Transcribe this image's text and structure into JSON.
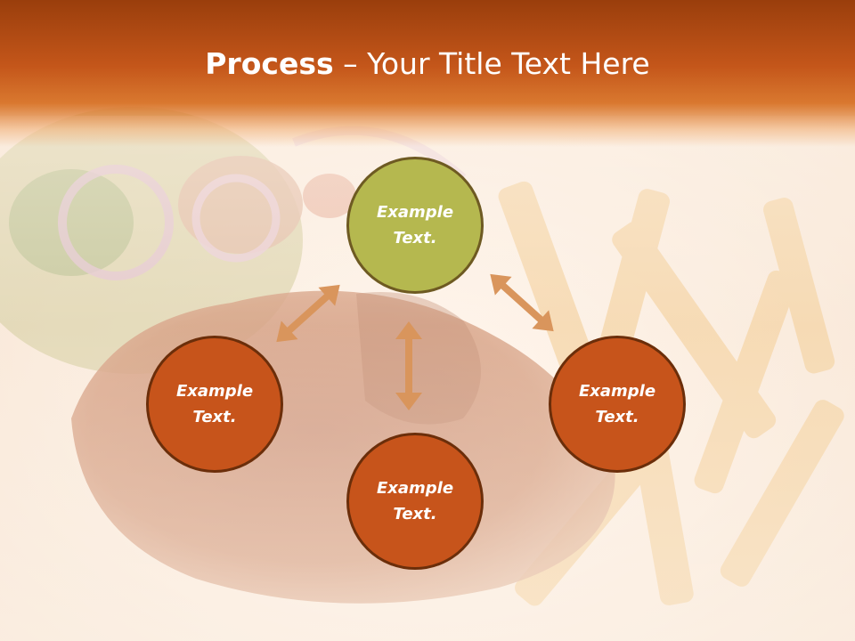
{
  "slide": {
    "title_bold": "Process",
    "title_rest": " – Your Title Text Here"
  },
  "nodes": {
    "top": {
      "line1": "Example",
      "line2": "Text."
    },
    "left": {
      "line1": "Example",
      "line2": "Text."
    },
    "right": {
      "line1": "Example",
      "line2": "Text."
    },
    "bottom": {
      "line1": "Example",
      "line2": "Text."
    }
  },
  "colors": {
    "header": "#c4561a",
    "center_node": "#b5b84f",
    "outer_node": "#c7541b",
    "arrow": "#d9955c"
  }
}
